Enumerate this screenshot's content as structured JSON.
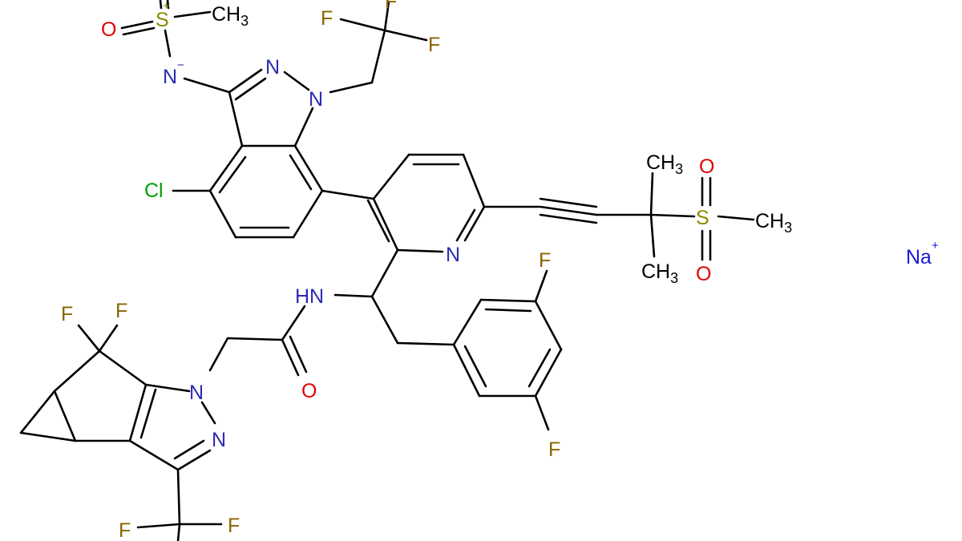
{
  "colors": {
    "bond": "#000000",
    "carbon": "#000000",
    "nitrogen": "#2b2bb4",
    "oxygen": "#e00000",
    "fluorine": "#8a6400",
    "chlorine": "#00a000",
    "sulfur": "#8a8a00",
    "sodium": "#1a1ad6"
  },
  "labels": {
    "s1": "S",
    "s1_charge": "+",
    "o1": "O",
    "ch3_1": "CH",
    "ch3_1_sub": "3",
    "n_minus": "N",
    "n_minus_charge": "−",
    "n_ind2": "N",
    "n_ind1": "N",
    "f1": "F",
    "f2": "F",
    "f3": "F",
    "cl": "Cl",
    "n_pyr": "N",
    "ch3_2": "CH",
    "ch3_2_sub": "3",
    "ch3_3": "CH",
    "ch3_3_sub": "3",
    "ch3_4": "CH",
    "ch3_4_sub": "3",
    "s2": "S",
    "o2": "O",
    "o3": "O",
    "na": "Na",
    "na_charge": "+",
    "hn": "HN",
    "o_amide": "O",
    "f4": "F",
    "f5": "F",
    "f6": "F",
    "f7": "F",
    "n_pz1": "N",
    "n_pz2": "N",
    "f8": "F",
    "f9": "F"
  }
}
